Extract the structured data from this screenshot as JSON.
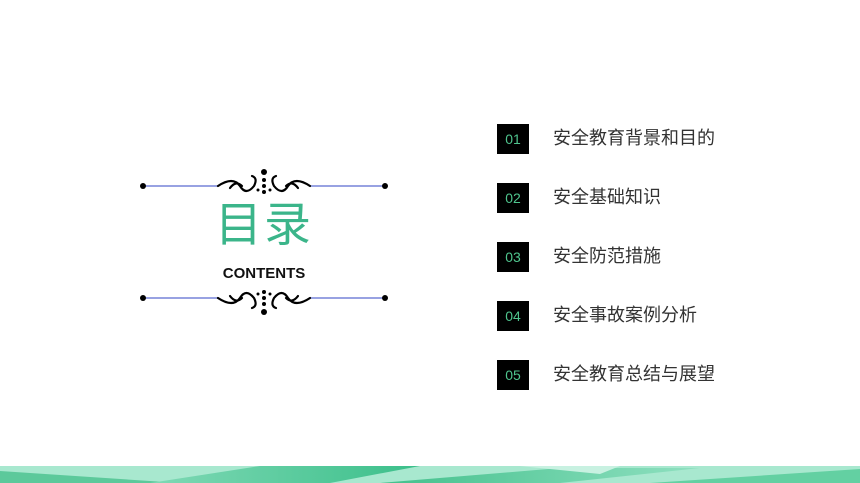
{
  "toc": {
    "title": "目录",
    "subtitle": "CONTENTS"
  },
  "items": [
    {
      "num": "01",
      "label": "安全教育背景和目的"
    },
    {
      "num": "02",
      "label": "安全基础知识"
    },
    {
      "num": "03",
      "label": "安全防范措施"
    },
    {
      "num": "04",
      "label": "安全事故案例分析"
    },
    {
      "num": "05",
      "label": "安全教育总结与展望"
    }
  ],
  "colors": {
    "accent": "#3bb58a",
    "number_text": "#4fc58e",
    "badge_bg": "#000000",
    "line": "#5a6ad0"
  }
}
